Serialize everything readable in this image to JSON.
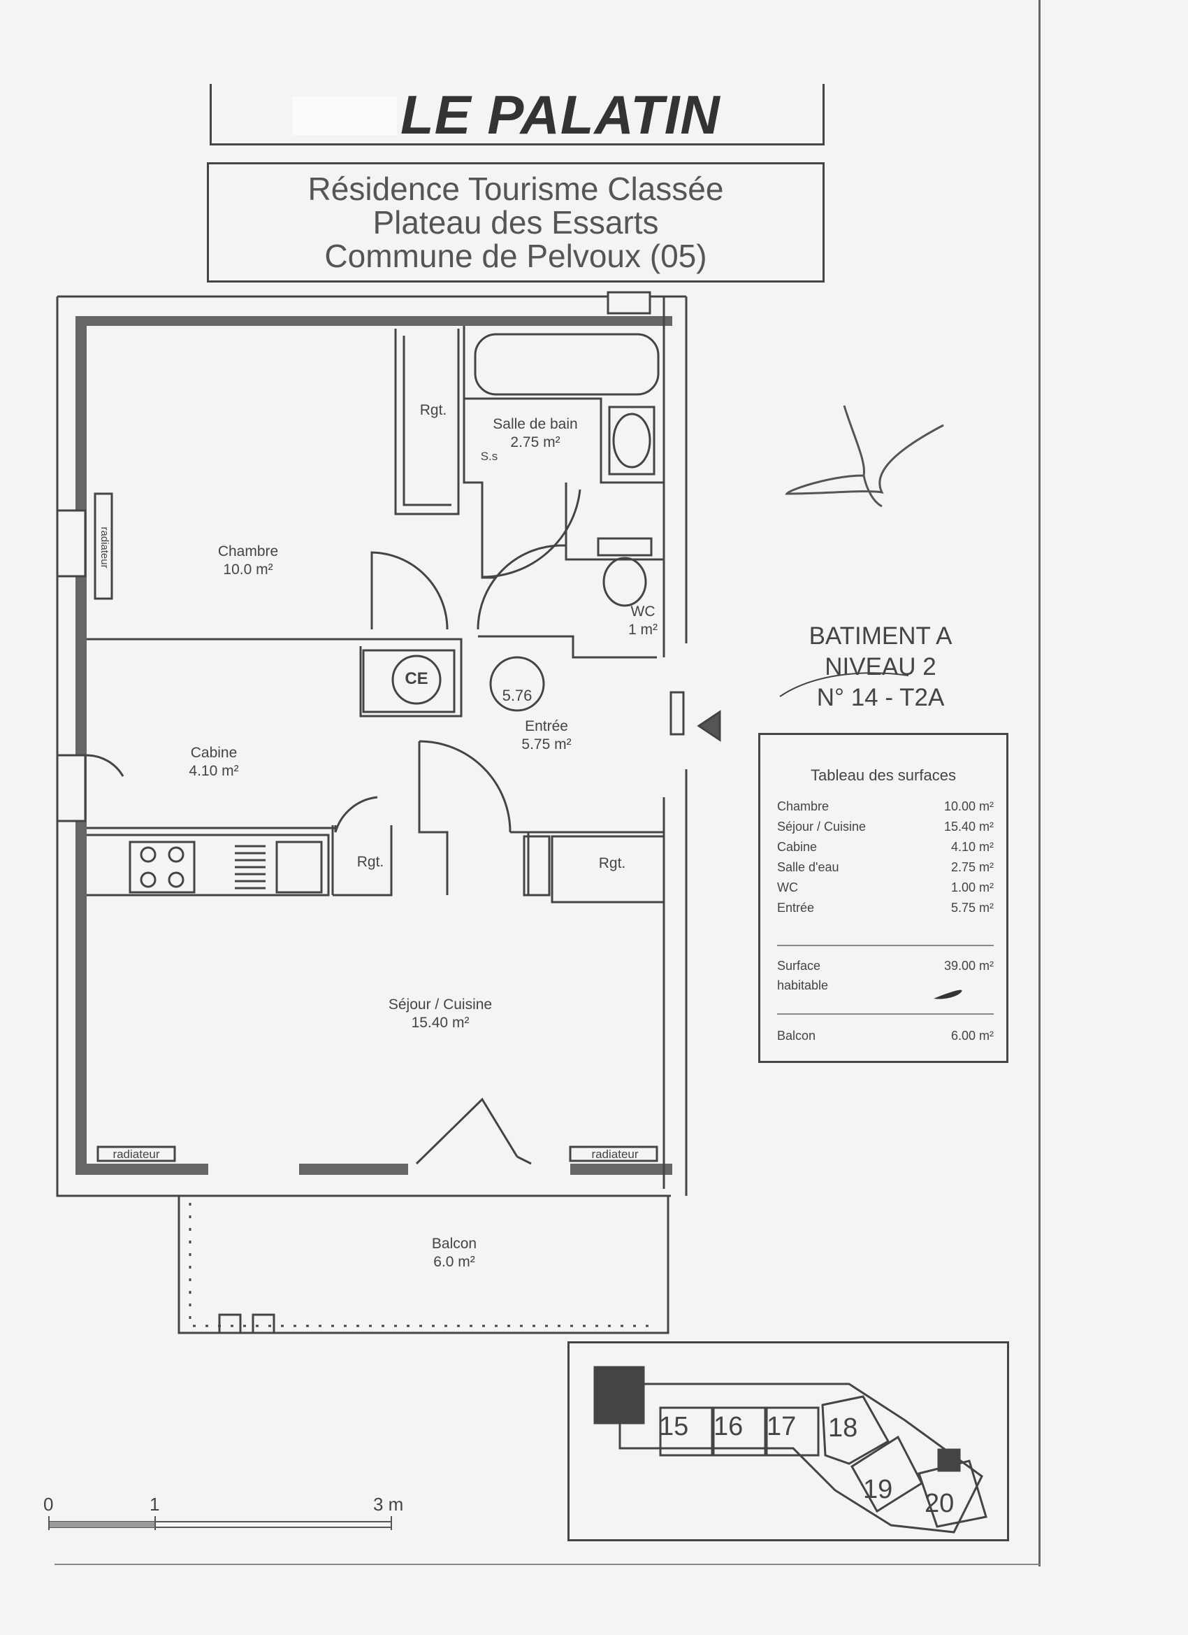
{
  "header": {
    "title": "LE PALATIN",
    "subtitle_lines": [
      "Résidence Tourisme Classée",
      "Plateau des Essarts",
      "Commune de Pelvoux (05)"
    ]
  },
  "rooms": {
    "chambre": {
      "name": "Chambre",
      "area": "10.0 m²"
    },
    "salle_bain": {
      "name": "Salle de bain",
      "area": "2.75 m²"
    },
    "rgt_top": "Rgt.",
    "ss": "S.s",
    "wc": {
      "name": "WC",
      "area": "1 m²"
    },
    "ce": "CE",
    "entree_marker": "5.76",
    "entree": {
      "name": "Entrée",
      "area": "5.75 m²"
    },
    "cabine": {
      "name": "Cabine",
      "area": "4.10 m²"
    },
    "rgt_kitchen": "Rgt.",
    "rgt_right": "Rgt.",
    "sejour": {
      "name": "Séjour / Cuisine",
      "area": "15.40 m²"
    },
    "balcon": {
      "name": "Balcon",
      "area": "6.0 m²"
    },
    "radiateur_left": "radiateur",
    "radiateur_right": "radiateur",
    "radiateur_vertical": "radiateur"
  },
  "batiment": {
    "line1": "BATIMENT A",
    "line2": "NIVEAU 2",
    "line3": "N° 14 - T2A"
  },
  "surfaces_table": {
    "title": "Tableau des surfaces",
    "rows": [
      {
        "name": "Chambre",
        "value": "10.00 m²"
      },
      {
        "name": "Séjour / Cuisine",
        "value": "15.40 m²"
      },
      {
        "name": "Cabine",
        "value": "4.10 m²"
      },
      {
        "name": "Salle d'eau",
        "value": "2.75 m²"
      },
      {
        "name": "WC",
        "value": "1.00 m²"
      },
      {
        "name": "Entrée",
        "value": "5.75 m²"
      }
    ],
    "surface_label_1": "Surface",
    "surface_label_2": "habitable",
    "surface_value": "39.00 m²",
    "balcon_label": "Balcon",
    "balcon_value": "6.00 m²"
  },
  "key_plan": {
    "units": [
      "15",
      "16",
      "17",
      "18",
      "19",
      "20"
    ]
  },
  "scale_bar": {
    "label_0": "0",
    "label_1": "1",
    "label_3": "3 m"
  }
}
